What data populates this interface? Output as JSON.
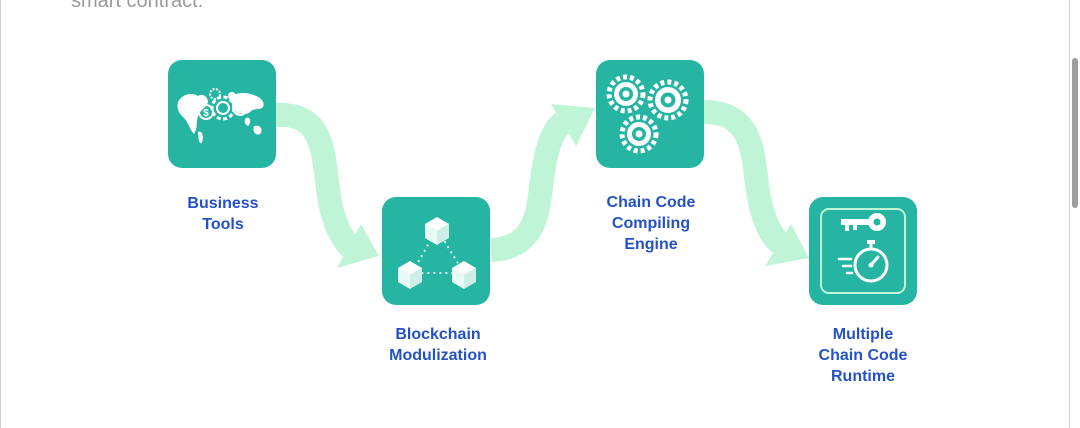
{
  "page": {
    "top_text": "smart contract."
  },
  "colors": {
    "node": "#26b5a3",
    "node_dark": "#1f9a8b",
    "arrow": "#bff5d6",
    "label": "#2452c6",
    "icon": "#ffffff"
  },
  "steps": [
    {
      "id": "business-tools",
      "line1": "Business",
      "line2": "Tools",
      "line3": "",
      "icon": "world-map-icon"
    },
    {
      "id": "blockchain-modulization",
      "line1": "Blockchain",
      "line2": "Modulization",
      "line3": "",
      "icon": "cube-network-icon"
    },
    {
      "id": "chain-code-compiling-engine",
      "line1": "Chain Code",
      "line2": "Compiling",
      "line3": "Engine",
      "icon": "gears-icon"
    },
    {
      "id": "multiple-chain-code-runtime",
      "line1": "Multiple",
      "line2": "Chain Code",
      "line3": "Runtime",
      "icon": "key-stopwatch-icon"
    }
  ]
}
